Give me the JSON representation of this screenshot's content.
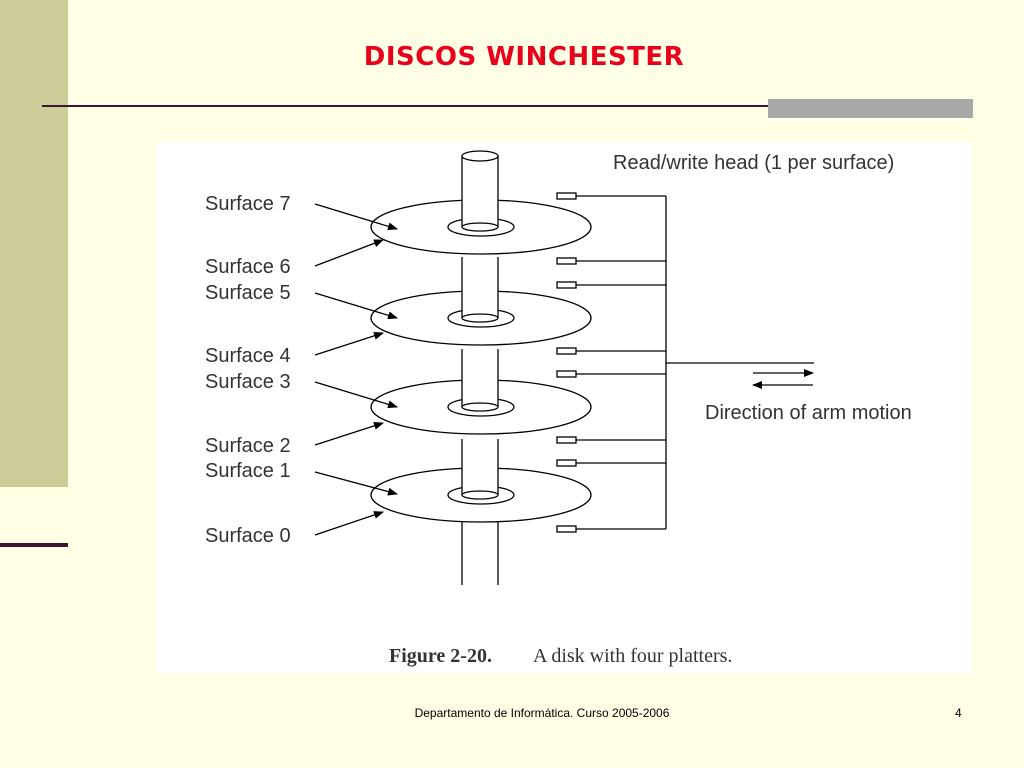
{
  "slide": {
    "title": "DISCOS WINCHESTER",
    "footer": "Departamento de Informática. Curso 2005-2006",
    "page_number": "4"
  },
  "figure": {
    "head_label": "Read/write head (1 per surface)",
    "arm_label": "Direction of arm motion",
    "caption_bold": "Figure 2-20.",
    "caption_text": "A disk with four platters.",
    "surfaces": [
      "Surface 7",
      "Surface 6",
      "Surface 5",
      "Surface 4",
      "Surface 3",
      "Surface 2",
      "Surface 1",
      "Surface 0"
    ]
  },
  "colors": {
    "title": "#E8001C",
    "sidebar": "#CCCC99",
    "accent": "#3B1532",
    "background": "#FFFFE5"
  }
}
